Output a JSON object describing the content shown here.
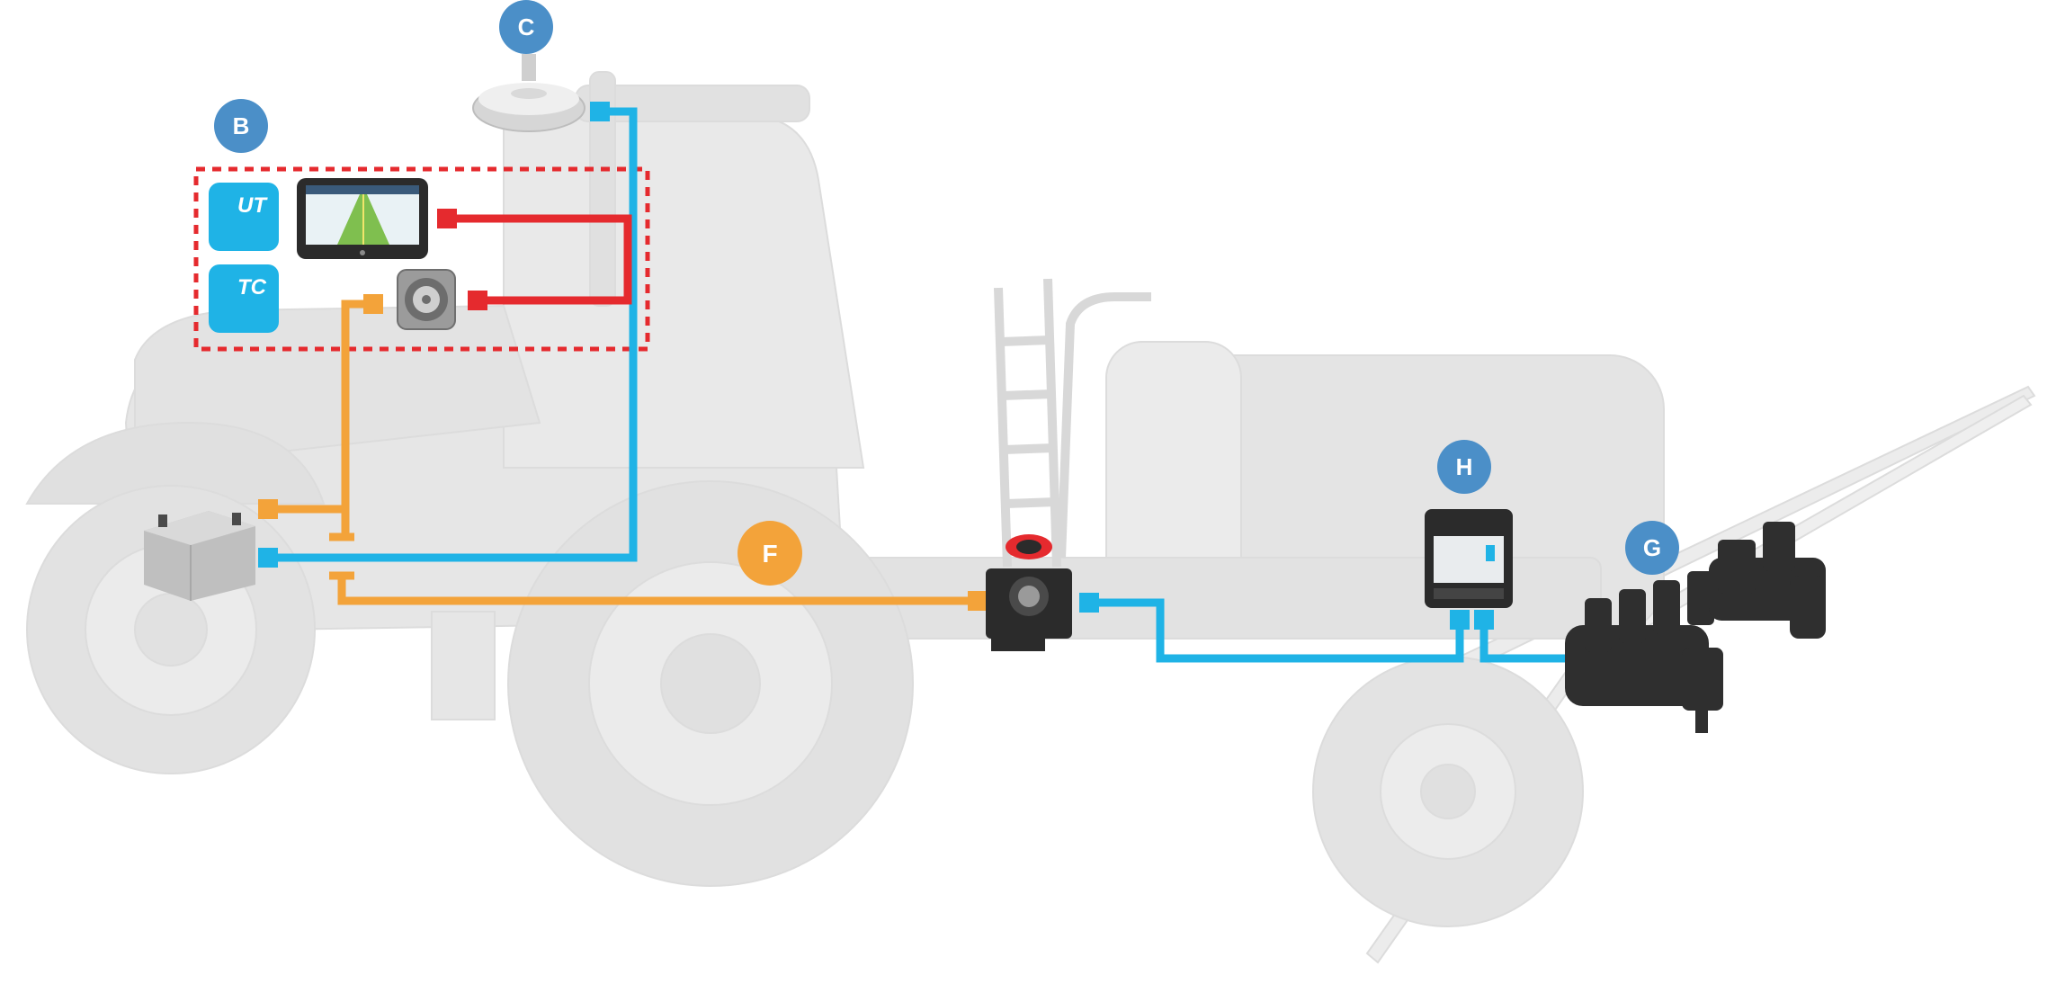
{
  "colors": {
    "network_blue": "#1fb3e6",
    "power_orange": "#f3a33a",
    "uplink_red": "#e52a2e",
    "badge_blue": "#4b8fc8",
    "badge_orange": "#f3a33a",
    "vehicle_gray": "#e6e6e6",
    "device_dark": "#2b2b2b"
  },
  "badges": {
    "b": "B",
    "c": "C",
    "f": "F",
    "g": "G",
    "h": "H"
  },
  "tags": {
    "ut": "UT",
    "tc": "TC"
  },
  "icons": {
    "vehicle": "tractor-with-sprayer-icon",
    "antenna": "gnss-antenna-icon",
    "terminal": "terminal-display-icon",
    "connector": "round-connector-icon",
    "battery": "battery-icon",
    "socket": "implement-socket-icon",
    "controller": "ecu-controller-icon",
    "valves": "valve-manifold-icon"
  }
}
